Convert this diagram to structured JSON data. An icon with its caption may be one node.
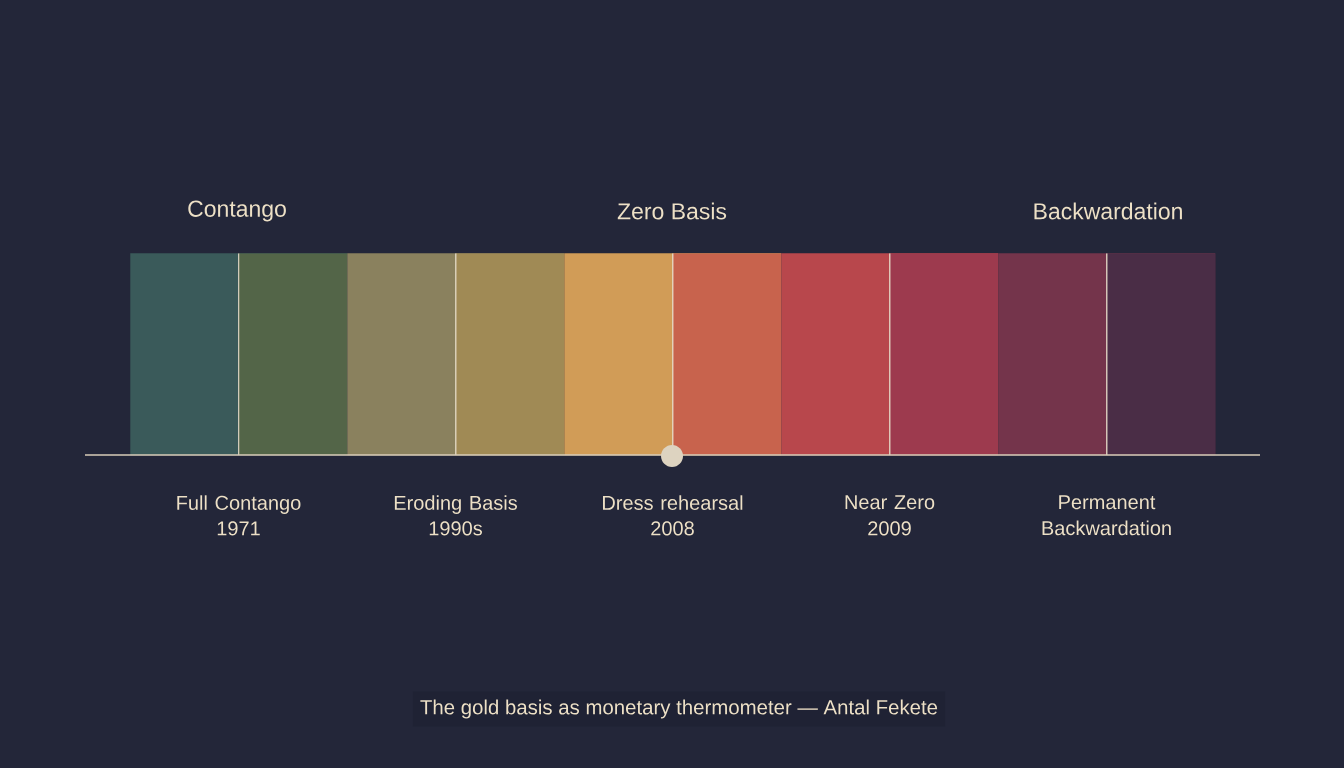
{
  "diagram": {
    "caption": "The gold basis as monetary thermometer — Antal Fekete",
    "nodes": [
      {
        "text": [],
        "shape": "bar",
        "beside": [
          "Full Contango",
          "1971"
        ]
      },
      {
        "text": [],
        "shape": "bar",
        "beside": [
          "Eroding Basis",
          "1990s"
        ]
      },
      {
        "text": [],
        "shape": "bar",
        "beside": [
          "Dress rehearsal",
          "2008"
        ]
      },
      {
        "text": [],
        "shape": "bar",
        "beside": [
          "Near Zero",
          "2009"
        ]
      },
      {
        "text": [],
        "shape": "bar",
        "beside": [
          "Permanent Backwardation"
        ]
      }
    ],
    "labels": [
      "Contango",
      "Zero Basis",
      "Backwardation"
    ]
  }
}
